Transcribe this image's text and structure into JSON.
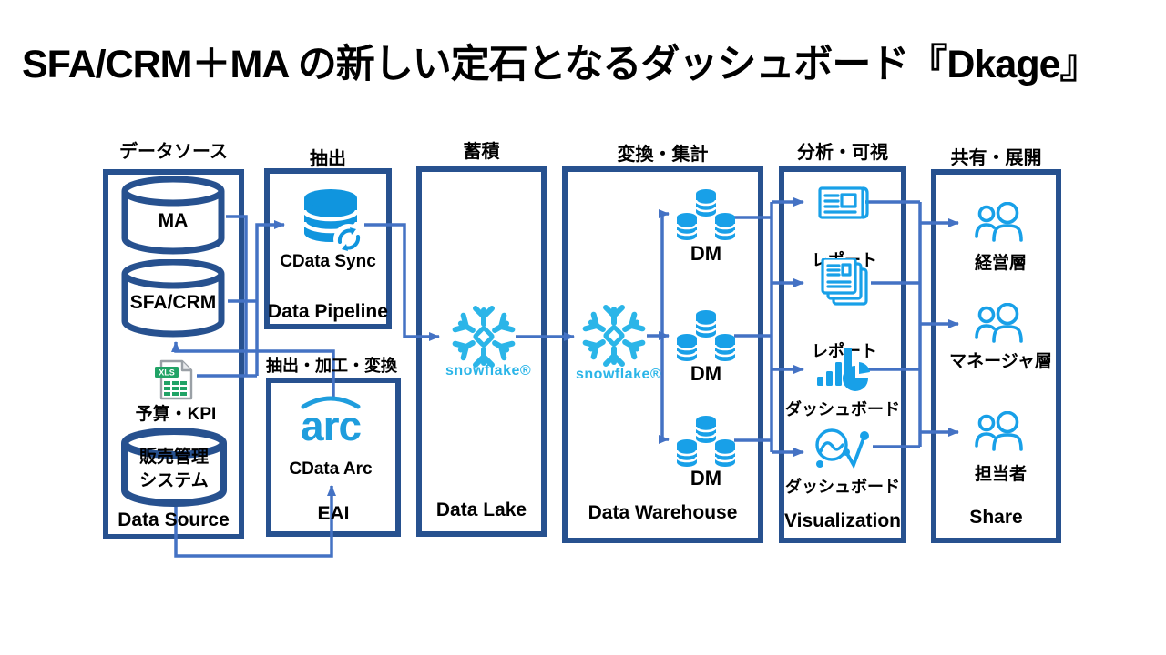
{
  "title": "SFA/CRM＋MA の新しい定石となるダッシュボード『Dkage』",
  "headers": {
    "data_source": "データソース",
    "extract": "抽出",
    "accumulate": "蓄積",
    "transform": "変換・集計",
    "analyze": "分析・可視",
    "share": "共有・展開",
    "eai": "抽出・加工・変換"
  },
  "footers": {
    "data_source": "Data Source",
    "pipeline": "Data Pipeline",
    "eai": "EAI",
    "lake": "Data Lake",
    "warehouse": "Data Warehouse",
    "visualization": "Visualization",
    "share": "Share"
  },
  "data_source": {
    "ma": "MA",
    "sfa_crm": "SFA/CRM",
    "xls_badge": "XLS",
    "budget_kpi": "予算・KPI",
    "sales_line1": "販売管理",
    "sales_line2": "システム"
  },
  "products": {
    "cdata_sync": "CData Sync",
    "cdata_arc": "CData Arc",
    "arc_logo": "arc",
    "snowflake": "snowflake®"
  },
  "warehouse": {
    "dm": [
      "DM",
      "DM",
      "DM"
    ]
  },
  "visualization": {
    "items": [
      "レポート",
      "レポート",
      "ダッシュボード",
      "ダッシュボード"
    ]
  },
  "share": {
    "items": [
      "経営層",
      "マネージャ層",
      "担当者"
    ]
  },
  "colors": {
    "box_border": "#27518F",
    "connector": "#4472C4",
    "icon_blue": "#18A0E8",
    "snowflake_blue": "#2BB5E8",
    "sync_blue": "#1095DE",
    "xls_green": "#21A366"
  }
}
